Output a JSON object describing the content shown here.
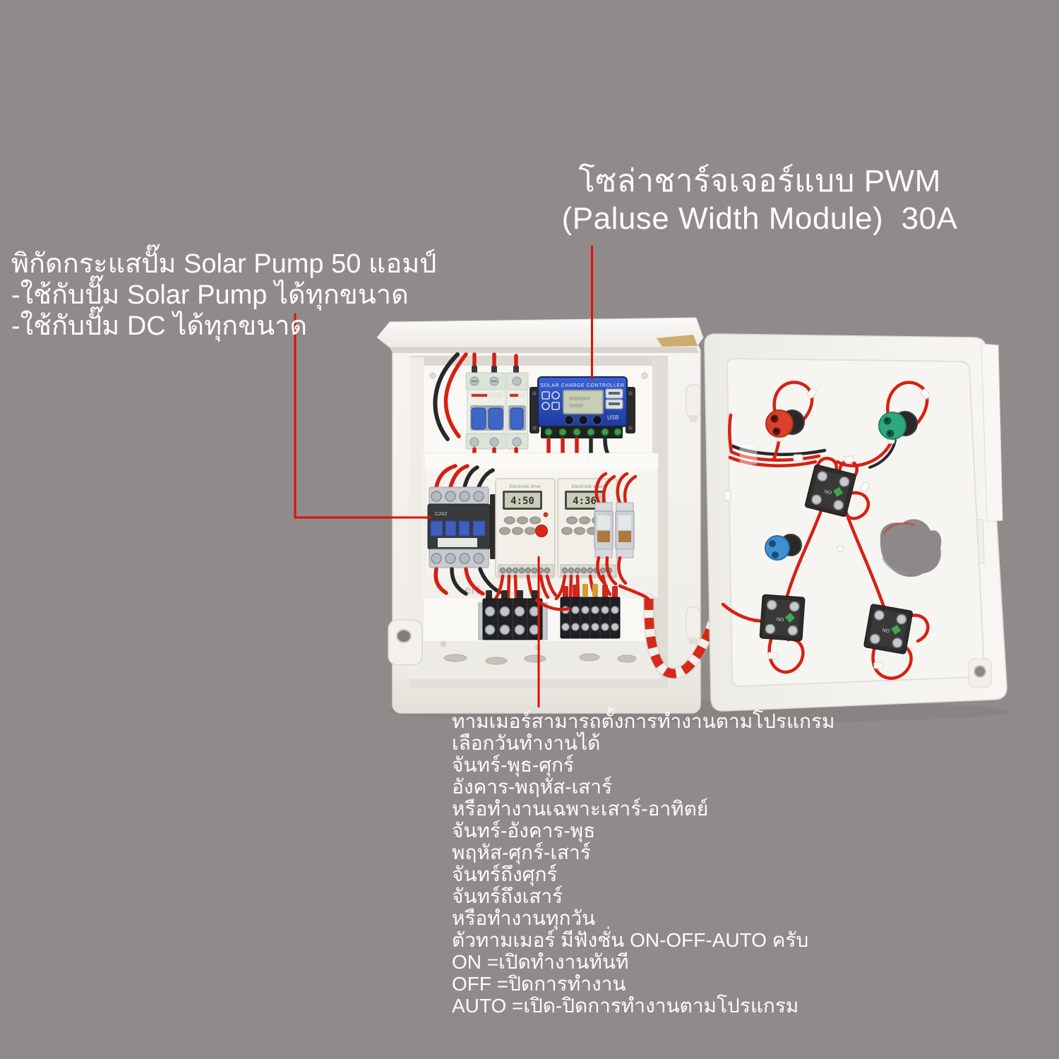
{
  "background_color": "#908a8b",
  "accent_red": "#e01007",
  "annotations": {
    "title": {
      "line1": "โซล่าชาร์จเจอร์แบบ PWM",
      "line2": "(Paluse Width Module)  30A"
    },
    "left_note": {
      "lines": [
        "พิกัดกระแสปั๊ม Solar Pump 50 แอมป์",
        "-ใช้กับปั๊ม Solar Pump ได้ทุกขนาด",
        "-ใช้กับปั๊ม DC ได้ทุกขนาด"
      ]
    },
    "timer_note": {
      "lines": [
        "ทามเมอร์สามารถตั้งการทำงานตามโปรแกรม",
        "เลือกวันทำงานได้",
        "จันทร์-พุธ-ศุกร์",
        "อังคาร-พฤหัส-เสาร์",
        "หรือทำงานเฉพาะเสาร์-อาทิตย์",
        "จันทร์-อังคาร-พุธ",
        "พฤหัส-ศุกร์-เสาร์",
        "จันทร์ถึงศุกร์",
        "จันทร์ถึงเสาร์",
        "หรือทำงานทุกวัน",
        "ตัวทามเมอร์ มีฟังชั่น ON-OFF-AUTO ครับ",
        "ON =เปิดทำงานทันที",
        "OFF =ปิดการทำงาน",
        "AUTO =เปิด-ปิดการทำงานตามโปรแกรม"
      ]
    }
  },
  "device_labels": {
    "controller_title": "SOLAR CHARGE CONTROLLER",
    "controller_usb": "USB",
    "timer_brand": "Electronic timer",
    "timer1_display": "4:50",
    "timer2_display": "4:36",
    "contactor_model": "CJX2",
    "panel_mark": "eN"
  }
}
